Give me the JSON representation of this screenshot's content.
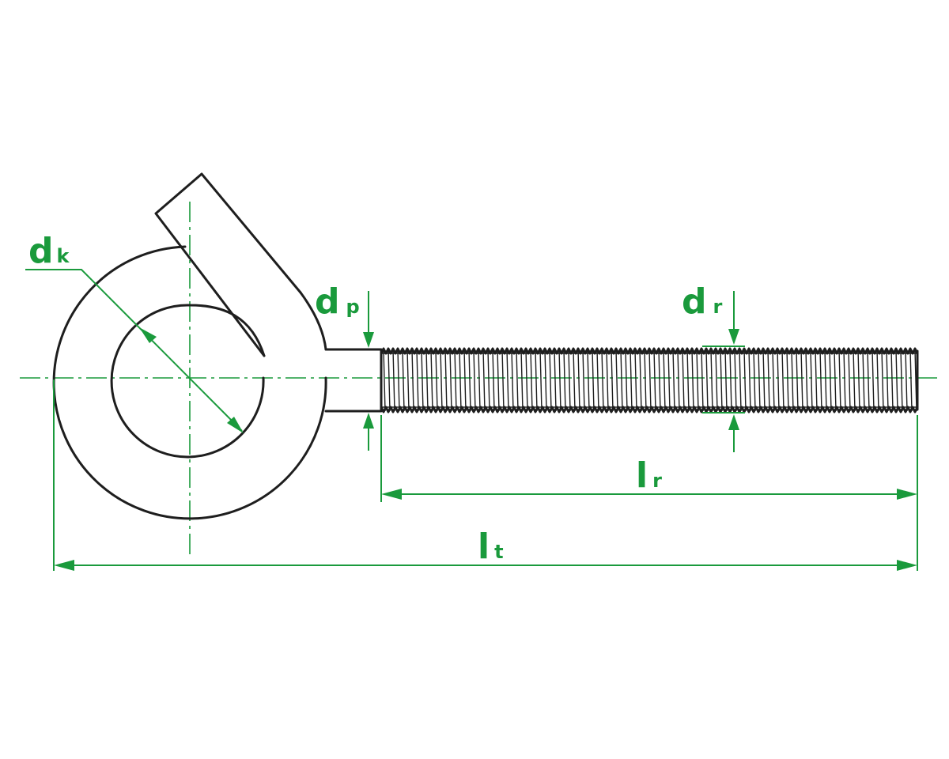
{
  "labels": {
    "dk": {
      "main": "d",
      "sub": "k"
    },
    "dp": {
      "main": "d",
      "sub": "p"
    },
    "dr": {
      "main": "d",
      "sub": "r"
    },
    "lr": {
      "main": "l",
      "sub": "r"
    },
    "lt": {
      "main": "l",
      "sub": "t"
    }
  },
  "colors": {
    "dimension": "#1a9a3c",
    "outline": "#1e1e1e",
    "background": "#ffffff"
  }
}
